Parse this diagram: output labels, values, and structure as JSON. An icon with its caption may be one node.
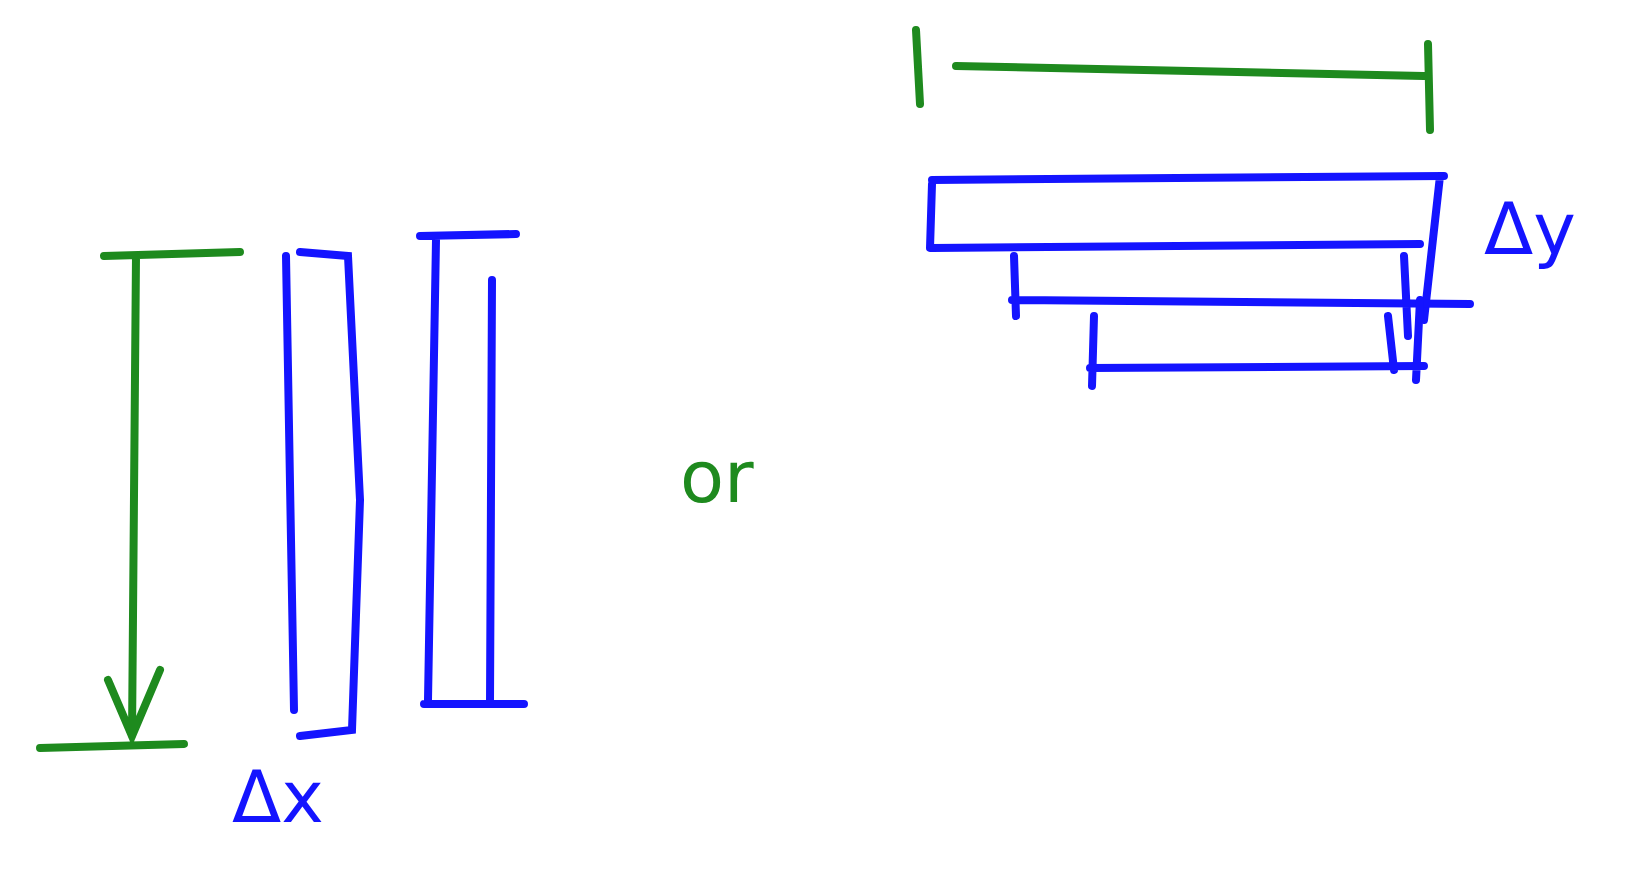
{
  "diagram": {
    "labels": [
      "Δx",
      "or",
      "Δy"
    ]
  }
}
